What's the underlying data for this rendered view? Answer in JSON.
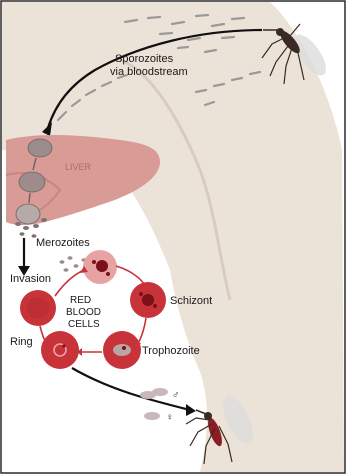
{
  "labels": {
    "sporozoites_line1": "Sporozoites",
    "sporozoites_line2": "via bloodstream",
    "liver": "LIVER",
    "merozoites": "Merozoites",
    "invasion": "Invasion",
    "rbc_line1": "RED",
    "rbc_line2": "BLOOD",
    "rbc_line3": "CELLS",
    "schizont": "Schizont",
    "ring": "Ring",
    "trophozoite": "Trophozoite",
    "male_symbol": "♂",
    "female_symbol": "♀"
  },
  "colors": {
    "background": "#ffffff",
    "frame": "#2b2b2b",
    "body_skin": "#ece3d8",
    "body_shadow": "#d9ccbd",
    "liver": "#d89b95",
    "liver_dark": "#c98581",
    "liver_cell": "#9c8d8c",
    "red_cell": "#c8333a",
    "red_cell_light": "#e7a3a3",
    "parasite": "#7a1117",
    "sporozoite": "#9a9a9a",
    "arrow": "#111111",
    "mosquito": "#3a2a24",
    "mosquito_wing": "#dcdcdc"
  }
}
